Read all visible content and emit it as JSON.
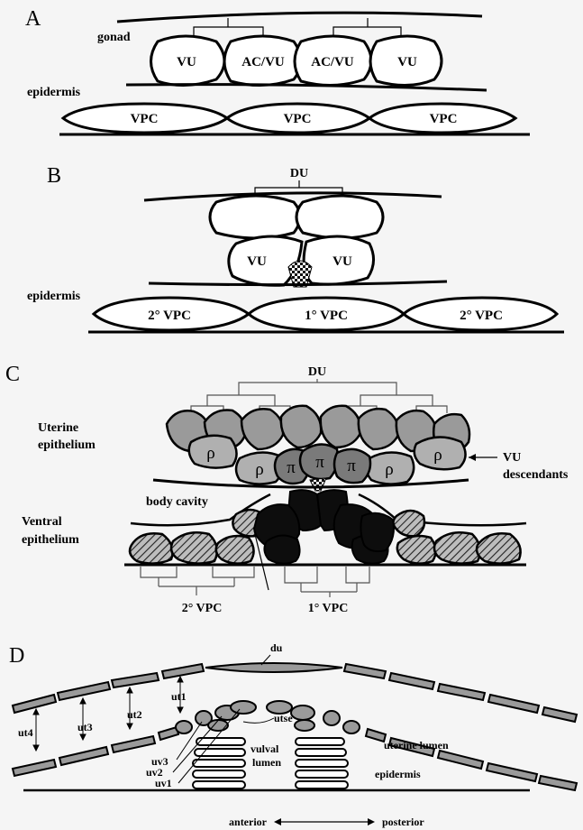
{
  "panel_a": {
    "letter": "A",
    "gonad_label": "gonad",
    "epidermis_label": "epidermis",
    "cells": [
      "VU",
      "AC/VU",
      "AC/VU",
      "VU"
    ],
    "vpcs": [
      "VPC",
      "VPC",
      "VPC"
    ]
  },
  "panel_b": {
    "letter": "B",
    "du_label": "DU",
    "epidermis_label": "epidermis",
    "cells": [
      "VU",
      "VU"
    ],
    "vpcs": [
      "2° VPC",
      "1° VPC",
      "2° VPC"
    ]
  },
  "panel_c": {
    "letter": "C",
    "du_label": "DU",
    "uterine_label_1": "Uterine",
    "uterine_label_2": "epithelium",
    "body_cavity_label": "body cavity",
    "ventral_label_1": "Ventral",
    "ventral_label_2": "epithelium",
    "vu_label_1": "VU",
    "vu_label_2": "descendants",
    "rho": "ρ",
    "pi": "π",
    "vpc_secondary": "2° VPC",
    "vpc_primary": "1° VPC"
  },
  "panel_d": {
    "letter": "D",
    "du": "du",
    "utse": "utse",
    "uterine_lumen": "uterine lumen",
    "vulval_lumen_1": "vulval",
    "vulval_lumen_2": "lumen",
    "epidermis": "epidermis",
    "ut1": "ut1",
    "ut2": "ut2",
    "ut3": "ut3",
    "ut4": "ut4",
    "uv3": "uv3",
    "uv2": "uv2",
    "uv1": "uv1",
    "anterior": "anterior",
    "posterior": "posterior"
  }
}
